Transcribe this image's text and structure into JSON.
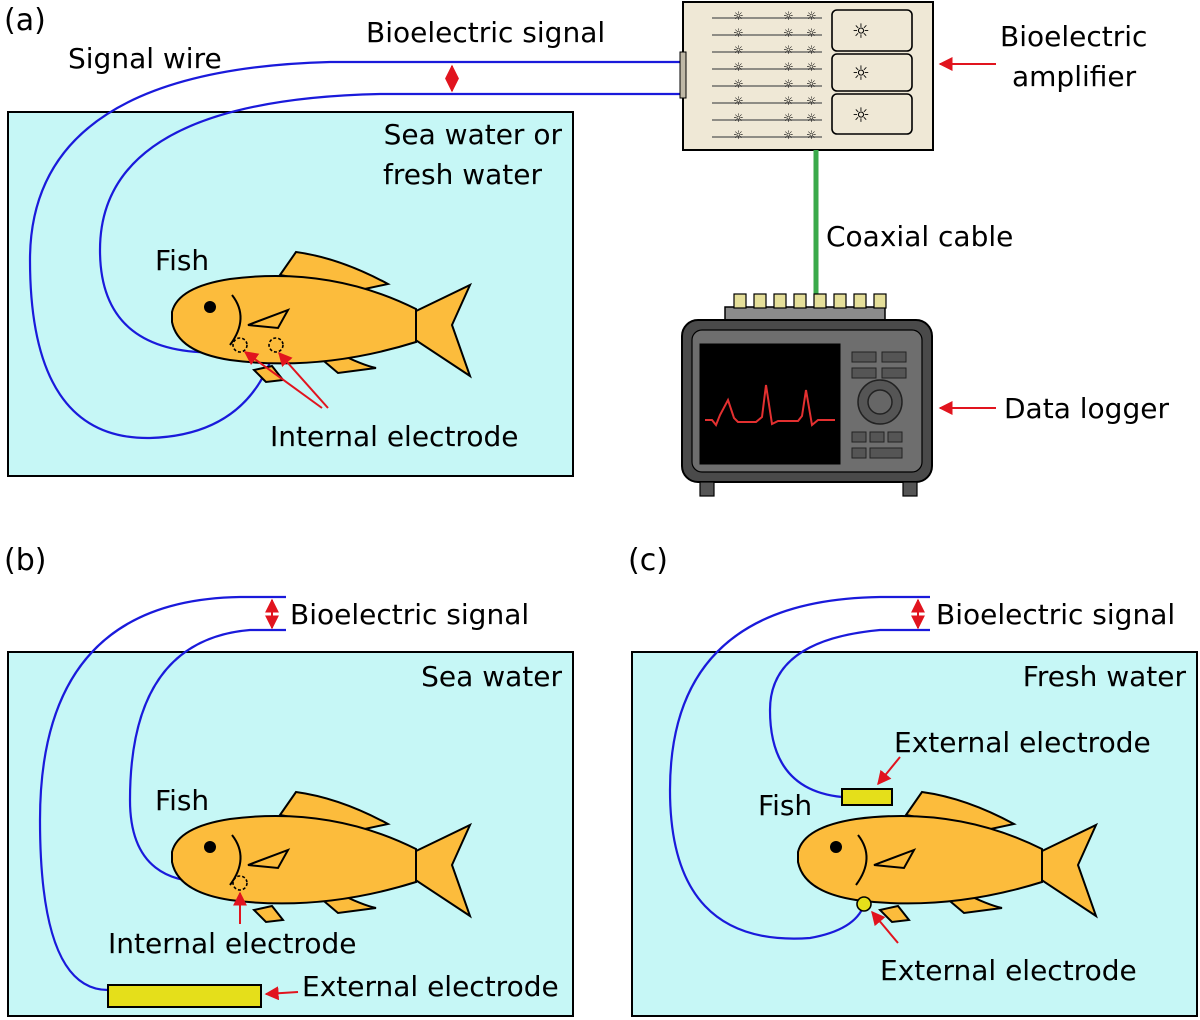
{
  "panels": {
    "a": {
      "panel_label": "(a)",
      "signal_wire": "Signal wire",
      "bioelectric_signal": "Bioelectric signal",
      "amplifier_line1": "Bioelectric",
      "amplifier_line2": "amplifier",
      "water_line1": "Sea water or",
      "water_line2": "fresh water",
      "fish": "Fish",
      "coaxial_cable": "Coaxial cable",
      "data_logger": "Data logger",
      "internal_electrode": "Internal electrode"
    },
    "b": {
      "panel_label": "(b)",
      "bioelectric_signal": "Bioelectric signal",
      "water": "Sea water",
      "fish": "Fish",
      "internal_electrode": "Internal electrode",
      "external_electrode": "External electrode"
    },
    "c": {
      "panel_label": "(c)",
      "bioelectric_signal": "Bioelectric signal",
      "water": "Fresh water",
      "external_electrode_top": "External electrode",
      "fish": "Fish",
      "external_electrode_bottom": "External electrode"
    }
  },
  "colors": {
    "water": "#c6f7f6",
    "fish": "#fcbc3c",
    "wire": "#1a1adb",
    "arrow": "#e1141e",
    "coax": "#3aaa4a",
    "electrode": "#e5df1a",
    "amplifier_body": "#efe8d6",
    "logger_body": "#4a4a4a",
    "screen_trace": "#e33030"
  }
}
